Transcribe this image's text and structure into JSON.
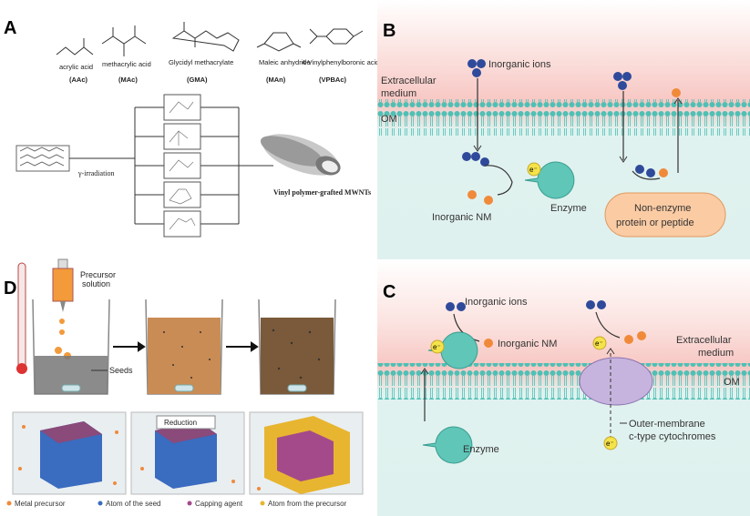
{
  "panels": {
    "A": {
      "label": "A",
      "molecules": [
        {
          "name": "acrylic acid",
          "abbr": "(AAc)"
        },
        {
          "name": "methacrylic acid",
          "abbr": "(MAc)"
        },
        {
          "name": "Glycidyl methacrylate",
          "abbr": "(GMA)"
        },
        {
          "name": "Maleic anhydride",
          "abbr": "(MAn)"
        },
        {
          "name": "4-Vinylphenylboronic acid",
          "abbr": "(VPBAc)"
        }
      ],
      "irradiation": "γ-irradiation",
      "product": "Vinyl polymer-grafted MWNTs"
    },
    "B": {
      "label": "B",
      "inorganic_ions": "Inorganic ions",
      "medium": [
        "Extracellular",
        "medium"
      ],
      "om": "OM",
      "electron": "e⁻",
      "enzyme": "Enzyme",
      "inorganic_nm": "Inorganic NM",
      "non_enzyme": [
        "Non-enzyme",
        "protein or peptide"
      ]
    },
    "C": {
      "label": "C",
      "inorganic_ions": "Inorganic ions",
      "inorganic_nm": "Inorganic NM",
      "medium": [
        "Extracellular",
        "medium"
      ],
      "om": "OM",
      "enzyme": "Enzyme",
      "electron": "e⁻",
      "cytochromes": [
        "Outer-membrane",
        "c-type cytochromes"
      ]
    },
    "D": {
      "label": "D",
      "precursor": [
        "Precursor",
        "solution"
      ],
      "seeds": "Seeds",
      "reduction": "Reduction",
      "legend": [
        "Metal precursor",
        "Atom of the seed",
        "Capping agent",
        "Atom from the precursor"
      ]
    }
  }
}
